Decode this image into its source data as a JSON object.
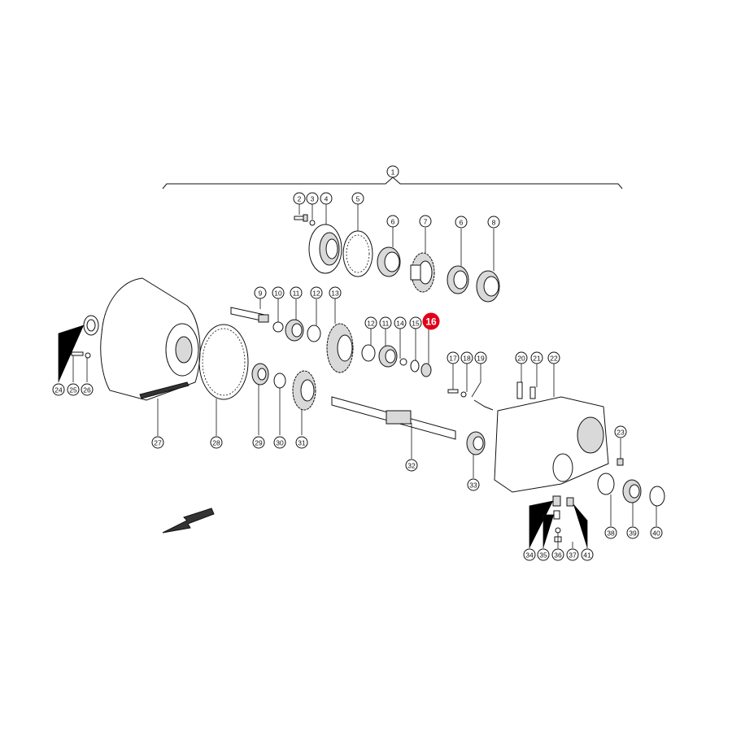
{
  "diagram": {
    "assembly_label": "1",
    "highlighted": "16",
    "callouts": [
      "1",
      "2",
      "3",
      "4",
      "5",
      "6",
      "7",
      "6",
      "8",
      "9",
      "10",
      "11",
      "12",
      "13",
      "12",
      "11",
      "14",
      "15",
      "16",
      "17",
      "18",
      "19",
      "20",
      "21",
      "22",
      "23",
      "24",
      "25",
      "26",
      "27",
      "28",
      "29",
      "30",
      "31",
      "32",
      "33",
      "34",
      "35",
      "36",
      "37",
      "38",
      "39",
      "40",
      "41"
    ],
    "orientation_arrow": "arrow-icon"
  }
}
